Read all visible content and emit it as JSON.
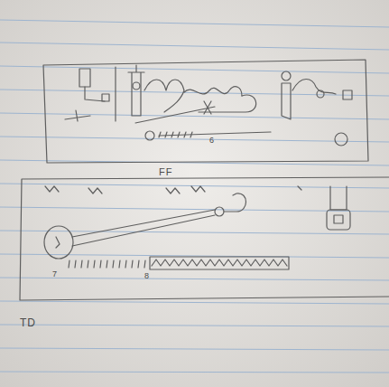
{
  "diagram": {
    "labels": [
      "6",
      "FF",
      "7",
      "8",
      "TD"
    ]
  }
}
